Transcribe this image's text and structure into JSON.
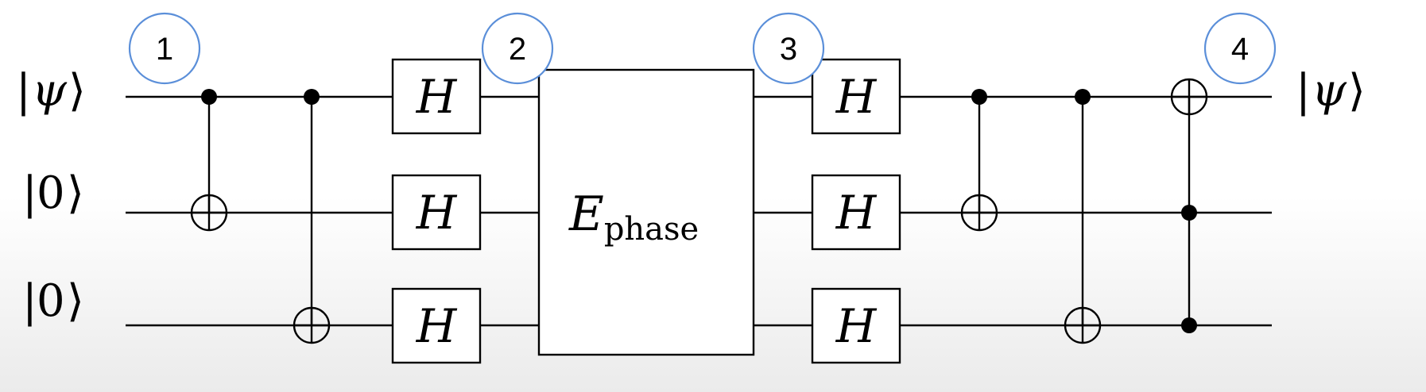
{
  "inputs": [
    {
      "bar": "|",
      "symbol": "ψ",
      "angle": "⟩"
    },
    {
      "bar": "|",
      "symbol": "0",
      "angle": "⟩"
    },
    {
      "bar": "|",
      "symbol": "0",
      "angle": "⟩"
    }
  ],
  "output": {
    "bar": "|",
    "symbol": "ψ",
    "angle": "⟩"
  },
  "gates": {
    "hadamard": "H",
    "phase_main": "E",
    "phase_sub": "phase"
  },
  "steps": [
    "1",
    "2",
    "3",
    "4"
  ],
  "colors": {
    "step_circle": "#5b8fd9",
    "background_fade": "#ececec"
  }
}
